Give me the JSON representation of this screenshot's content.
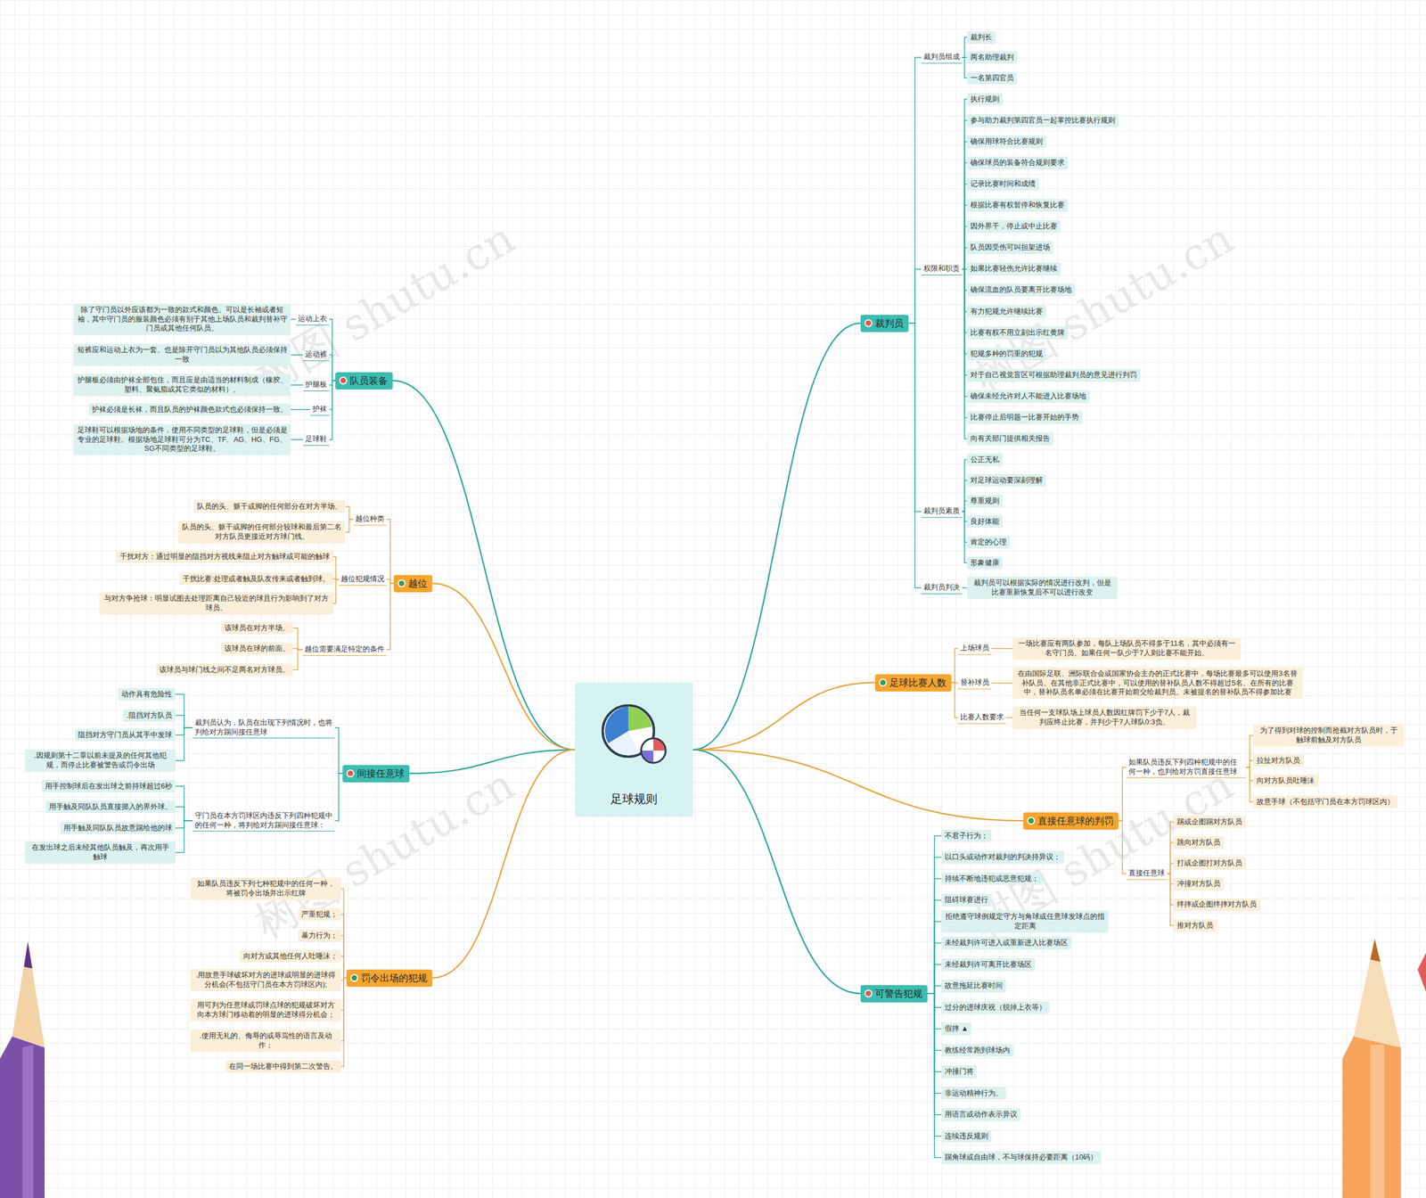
{
  "diagram": {
    "nodes": [
      {
        "text": [
          "足球规则"
        ]
      },
      {
        "text": [
          "裁判员"
        ]
      },
      {
        "text": [
          "裁判员组成"
        ]
      },
      {
        "text": [
          "裁判长"
        ]
      },
      {
        "text": [
          "两名助理裁判"
        ]
      },
      {
        "text": [
          "一名第四官员"
        ]
      },
      {
        "text": [
          "权限和职责"
        ]
      },
      {
        "text": [
          "执行规则"
        ]
      },
      {
        "text": [
          "参与助力裁判第四官员一起掌控比赛执行规则"
        ]
      },
      {
        "text": [
          "确保用球符合比赛规则"
        ]
      },
      {
        "text": [
          "确保球员的装备符合规则要求"
        ]
      },
      {
        "text": [
          "记录比赛时间和成绩"
        ]
      },
      {
        "text": [
          "根据比赛有权暂停和恢复比赛"
        ]
      },
      {
        "text": [
          "因外界干，停止或中止比赛"
        ]
      },
      {
        "text": [
          "队员因受伤可叫担架进场"
        ]
      },
      {
        "text": [
          "如果比赛轻伤允许比赛继续"
        ]
      },
      {
        "text": [
          "确保流血的队员要离开比赛场地"
        ]
      },
      {
        "text": [
          "有力犯规允许继续比赛"
        ]
      },
      {
        "text": [
          "比赛有权不用立刻出示红黄牌"
        ]
      },
      {
        "text": [
          "犯规多种的罚重的犯规"
        ]
      },
      {
        "text": [
          "对于自己视觉盲区可根据助理裁判员的意见进行判罚"
        ]
      },
      {
        "text": [
          "确保未经允许对人不能进入比赛场地"
        ]
      },
      {
        "text": [
          "比赛停止后明题一比赛开始的手势"
        ]
      },
      {
        "text": [
          "向有关部门提供相关报告"
        ]
      },
      {
        "text": [
          "裁判员素质"
        ]
      },
      {
        "text": [
          "公正无私"
        ]
      },
      {
        "text": [
          "对足球运动要深刻理解"
        ]
      },
      {
        "text": [
          "尊重规则"
        ]
      },
      {
        "text": [
          "良好体能"
        ]
      },
      {
        "text": [
          "肯定的心理"
        ]
      },
      {
        "text": [
          "形象健康"
        ]
      },
      {
        "text": [
          "裁判员判决"
        ]
      },
      {
        "text": [
          "裁判员可以根据实际的情况进行改判，但是比赛重新恢复后不可以进行改变"
        ]
      },
      {
        "text": [
          "足球比赛人数"
        ]
      },
      {
        "text": [
          "上场球员"
        ]
      },
      {
        "text": [
          "一场比赛应有两队参加，每队上场队员不得多于11名，其中必须有一名守门员。如果任何一队少于7人则比赛不能开始。"
        ]
      },
      {
        "text": [
          "替补球员"
        ]
      },
      {
        "text": [
          "在由国际足联、洲际联合会或国家协会主办的正式比赛中，每场比赛最多可以使用3名替补队员。在其他非正式比赛中，可以使用的替补队员人数不得超过5名。在所有的比赛中，替补队员名单必须在比赛开始前交给裁判员。未被提名的替补队员不得参加比赛"
        ]
      },
      {
        "text": [
          "比赛人数要求"
        ]
      },
      {
        "text": [
          "当任何一支球队场上球员人数因红牌罚下少于7人，裁判应终止比赛，并判少于7人球队0:3负。"
        ]
      },
      {
        "text": [
          "直接任意球的判罚"
        ]
      },
      {
        "text": [
          "如果队员违反下列四种犯规中的任何一种，也判给对方罚直接任意球"
        ]
      },
      {
        "text": [
          "为了得到对球的控制而抢截对方队员时，于触球前触及对方队员"
        ]
      },
      {
        "text": [
          "拉扯对方队员"
        ]
      },
      {
        "text": [
          "向对方队员吐唾沫"
        ]
      },
      {
        "text": [
          "故意手球（不包括守门员在本方罚球区内）"
        ]
      },
      {
        "text": [
          "直接任意球"
        ]
      },
      {
        "text": [
          "踢或企图踢对方队员"
        ]
      },
      {
        "text": [
          "跳向对方队员"
        ]
      },
      {
        "text": [
          "打或企图打对方队员"
        ]
      },
      {
        "text": [
          "冲撞对方队员"
        ]
      },
      {
        "text": [
          "绊摔或企图绊摔对方队员"
        ]
      },
      {
        "text": [
          "推对方队员"
        ]
      },
      {
        "text": [
          "可警告犯规"
        ]
      },
      {
        "text": [
          "不君子行为；"
        ]
      },
      {
        "text": [
          "以口头或动作对裁判的判决持异议；"
        ]
      },
      {
        "text": [
          "持续不断地违犯或恶意犯规；"
        ]
      },
      {
        "text": [
          "阻碍球赛进行"
        ]
      },
      {
        "text": [
          "拒绝遵守球例规定守方与角球或任意球发球点的指定距离"
        ]
      },
      {
        "text": [
          "未经裁判许可进入或重新进入比赛场区"
        ]
      },
      {
        "text": [
          "未经裁判许可离开比赛场区"
        ]
      },
      {
        "text": [
          "故意拖延比赛时间"
        ]
      },
      {
        "text": [
          "过分的进球庆祝（脱掉上衣等）"
        ]
      },
      {
        "text": [
          "假摔 ▲"
        ]
      },
      {
        "text": [
          "教练经常跑到球场内"
        ]
      },
      {
        "text": [
          "冲撞门将"
        ]
      },
      {
        "text": [
          "非运动精神行为。"
        ]
      },
      {
        "text": [
          "用语言或动作表示异议"
        ]
      },
      {
        "text": [
          "连续违反规则"
        ]
      },
      {
        "text": [
          "踢角球或自由球，不与球保持必要距离（10码）"
        ]
      },
      {
        "text": [
          "队员装备"
        ]
      },
      {
        "text": [
          "运动上衣"
        ]
      },
      {
        "text": [
          "除了守门员以外应该都为一致的款式和颜色。可以是长袖或者短袖，其中守门员的服装颜色必须有别于其他上场队员和裁判替补守门员或其他任何队员。"
        ]
      },
      {
        "text": [
          "运动裤"
        ]
      },
      {
        "text": [
          "短裤应和运动上衣为一套。也是除开守门员以为其他队员必须保持一致"
        ]
      },
      {
        "text": [
          "护腿板"
        ]
      },
      {
        "text": [
          "护腿板必须由护袜全部包住，而且应是由适当的材料制成（橡胶、塑料、聚氨脂或其它类似的材料）。"
        ]
      },
      {
        "text": [
          "护袜"
        ]
      },
      {
        "text": [
          "护袜必须是长袜，而且队员的护袜颜色款式也必须保持一致。"
        ]
      },
      {
        "text": [
          "足球鞋"
        ]
      },
      {
        "text": [
          "足球鞋可以根据场地的条件，使用不同类型的足球鞋，但是必须是专业的足球鞋。根据场地足球鞋可分为TC、TF、AG、HG、FG、SG不同类型的足球鞋。"
        ]
      },
      {
        "text": [
          "越位"
        ]
      },
      {
        "text": [
          "越位种类"
        ]
      },
      {
        "text": [
          "队员的头、躯干或脚的任何部分在对方半场。"
        ]
      },
      {
        "text": [
          "队员的头、躯干或脚的任何部分较球和最后第二名对方队员更接近对方球门线。"
        ]
      },
      {
        "text": [
          "越位犯规情况"
        ]
      },
      {
        "text": [
          "干扰对方：通过明显的阻挡对方视线来阻止对方触球或可能的触球"
        ]
      },
      {
        "text": [
          "干扰比赛:处理或者触及队友传来或者触到球。"
        ]
      },
      {
        "text": [
          "与对方争抢球：明显试图去处理距离自己较近的球且行为影响到了对方球员。"
        ]
      },
      {
        "text": [
          "越位需要满足特定的条件"
        ]
      },
      {
        "text": [
          "该球员在对方半场。"
        ]
      },
      {
        "text": [
          "该球员在球的前面。"
        ]
      },
      {
        "text": [
          "该球员与球门线之间不足两名对方球员。"
        ]
      },
      {
        "text": [
          "间接任意球"
        ]
      },
      {
        "text": [
          "裁判员认为，队员在出现下列情况时，也将判给对方踢间接任意球"
        ]
      },
      {
        "text": [
          "动作具有危险性"
        ]
      },
      {
        "text": [
          ".阻挡对方队员"
        ]
      },
      {
        "text": [
          "阻挡对方守门员从其手中发球"
        ]
      },
      {
        "text": [
          ".因规则第十二章以前未提及的任何其他犯规，而停止比赛被警告或罚令出场"
        ]
      },
      {
        "text": [
          "守门员在本方罚球区内违反下列四种犯规中的任何一种，将判给对方踢间接任意球："
        ]
      },
      {
        "text": [
          "用手控制球后在发出球之前持球超过6秒"
        ]
      },
      {
        "text": [
          "用手触及同队队员直接掷入的界外球。"
        ]
      },
      {
        "text": [
          "用手触及同队队员故意踢给他的球"
        ]
      },
      {
        "text": [
          "在发出球之后未经其他队员触及，再次用手触球"
        ]
      },
      {
        "text": [
          "罚令出场的犯规"
        ]
      },
      {
        "text": [
          "如果队员违反下列七种犯规中的任何一种，将被罚令出场并出示红牌"
        ]
      },
      {
        "text": [
          "严重犯规；"
        ]
      },
      {
        "text": [
          "暴力行为；"
        ]
      },
      {
        "text": [
          "向对方或其他任何人吐唾沫；"
        ]
      },
      {
        "text": [
          ".用故意手球破坏对方的进球或明显的进球得分机会(不包括守门员在本方罚球区内);"
        ]
      },
      {
        "text": [
          "用可判为任意球或罚球点球的犯规破坏对方向本方球门移动着的明显的进球得分机会；"
        ]
      },
      {
        "text": [
          ".使用无礼的、侮辱的或辱骂性的语言及动作；"
        ]
      },
      {
        "text": [
          "在同一场比赛中得到第二次警告。"
        ]
      }
    ],
    "edges": [
      {
        "from": 0,
        "to": 1,
        "arrow": "none"
      },
      {
        "from": 1,
        "to": 2,
        "arrow": "none"
      },
      {
        "from": 2,
        "to": 3,
        "arrow": "none"
      },
      {
        "from": 2,
        "to": 4,
        "arrow": "none"
      },
      {
        "from": 2,
        "to": 5,
        "arrow": "none"
      },
      {
        "from": 1,
        "to": 6,
        "arrow": "none"
      },
      {
        "from": 6,
        "to": 7,
        "arrow": "none"
      },
      {
        "from": 6,
        "to": 8,
        "arrow": "none"
      },
      {
        "from": 6,
        "to": 9,
        "arrow": "none"
      },
      {
        "from": 6,
        "to": 10,
        "arrow": "none"
      },
      {
        "from": 6,
        "to": 11,
        "arrow": "none"
      },
      {
        "from": 6,
        "to": 12,
        "arrow": "none"
      },
      {
        "from": 6,
        "to": 13,
        "arrow": "none"
      },
      {
        "from": 6,
        "to": 14,
        "arrow": "none"
      },
      {
        "from": 6,
        "to": 15,
        "arrow": "none"
      },
      {
        "from": 6,
        "to": 16,
        "arrow": "none"
      },
      {
        "from": 6,
        "to": 17,
        "arrow": "none"
      },
      {
        "from": 6,
        "to": 18,
        "arrow": "none"
      },
      {
        "from": 6,
        "to": 19,
        "arrow": "none"
      },
      {
        "from": 6,
        "to": 20,
        "arrow": "none"
      },
      {
        "from": 6,
        "to": 21,
        "arrow": "none"
      },
      {
        "from": 6,
        "to": 22,
        "arrow": "none"
      },
      {
        "from": 6,
        "to": 23,
        "arrow": "none"
      },
      {
        "from": 1,
        "to": 24,
        "arrow": "none"
      },
      {
        "from": 24,
        "to": 25,
        "arrow": "none"
      },
      {
        "from": 24,
        "to": 26,
        "arrow": "none"
      },
      {
        "from": 24,
        "to": 27,
        "arrow": "none"
      },
      {
        "from": 24,
        "to": 28,
        "arrow": "none"
      },
      {
        "from": 24,
        "to": 29,
        "arrow": "none"
      },
      {
        "from": 24,
        "to": 30,
        "arrow": "none"
      },
      {
        "from": 1,
        "to": 31,
        "arrow": "none"
      },
      {
        "from": 31,
        "to": 32,
        "arrow": "none"
      },
      {
        "from": 0,
        "to": 33,
        "arrow": "none"
      },
      {
        "from": 33,
        "to": 34,
        "arrow": "none"
      },
      {
        "from": 34,
        "to": 35,
        "arrow": "none"
      },
      {
        "from": 33,
        "to": 36,
        "arrow": "none"
      },
      {
        "from": 36,
        "to": 37,
        "arrow": "none"
      },
      {
        "from": 33,
        "to": 38,
        "arrow": "none"
      },
      {
        "from": 38,
        "to": 39,
        "arrow": "none"
      },
      {
        "from": 0,
        "to": 40,
        "arrow": "none"
      },
      {
        "from": 40,
        "to": 41,
        "arrow": "none"
      },
      {
        "from": 41,
        "to": 42,
        "arrow": "none"
      },
      {
        "from": 41,
        "to": 43,
        "arrow": "none"
      },
      {
        "from": 41,
        "to": 44,
        "arrow": "none"
      },
      {
        "from": 41,
        "to": 45,
        "arrow": "none"
      },
      {
        "from": 40,
        "to": 46,
        "arrow": "none"
      },
      {
        "from": 46,
        "to": 47,
        "arrow": "none"
      },
      {
        "from": 46,
        "to": 48,
        "arrow": "none"
      },
      {
        "from": 46,
        "to": 49,
        "arrow": "none"
      },
      {
        "from": 46,
        "to": 50,
        "arrow": "none"
      },
      {
        "from": 46,
        "to": 51,
        "arrow": "none"
      },
      {
        "from": 46,
        "to": 52,
        "arrow": "none"
      },
      {
        "from": 0,
        "to": 53,
        "arrow": "none"
      },
      {
        "from": 53,
        "to": 54,
        "arrow": "none"
      },
      {
        "from": 53,
        "to": 55,
        "arrow": "none"
      },
      {
        "from": 53,
        "to": 56,
        "arrow": "none"
      },
      {
        "from": 53,
        "to": 57,
        "arrow": "none"
      },
      {
        "from": 53,
        "to": 58,
        "arrow": "none"
      },
      {
        "from": 53,
        "to": 59,
        "arrow": "none"
      },
      {
        "from": 53,
        "to": 60,
        "arrow": "none"
      },
      {
        "from": 53,
        "to": 61,
        "arrow": "none"
      },
      {
        "from": 53,
        "to": 62,
        "arrow": "none"
      },
      {
        "from": 53,
        "to": 63,
        "arrow": "none"
      },
      {
        "from": 53,
        "to": 64,
        "arrow": "none"
      },
      {
        "from": 53,
        "to": 65,
        "arrow": "none"
      },
      {
        "from": 53,
        "to": 66,
        "arrow": "none"
      },
      {
        "from": 53,
        "to": 67,
        "arrow": "none"
      },
      {
        "from": 53,
        "to": 68,
        "arrow": "none"
      },
      {
        "from": 53,
        "to": 69,
        "arrow": "none"
      },
      {
        "from": 0,
        "to": 70,
        "arrow": "none"
      },
      {
        "from": 70,
        "to": 71,
        "arrow": "none"
      },
      {
        "from": 71,
        "to": 72,
        "arrow": "none"
      },
      {
        "from": 70,
        "to": 73,
        "arrow": "none"
      },
      {
        "from": 73,
        "to": 74,
        "arrow": "none"
      },
      {
        "from": 70,
        "to": 75,
        "arrow": "none"
      },
      {
        "from": 75,
        "to": 76,
        "arrow": "none"
      },
      {
        "from": 70,
        "to": 77,
        "arrow": "none"
      },
      {
        "from": 77,
        "to": 78,
        "arrow": "none"
      },
      {
        "from": 70,
        "to": 79,
        "arrow": "none"
      },
      {
        "from": 79,
        "to": 80,
        "arrow": "none"
      },
      {
        "from": 0,
        "to": 81,
        "arrow": "none"
      },
      {
        "from": 81,
        "to": 82,
        "arrow": "none"
      },
      {
        "from": 82,
        "to": 83,
        "arrow": "none"
      },
      {
        "from": 82,
        "to": 84,
        "arrow": "none"
      },
      {
        "from": 81,
        "to": 85,
        "arrow": "none"
      },
      {
        "from": 85,
        "to": 86,
        "arrow": "none"
      },
      {
        "from": 85,
        "to": 87,
        "arrow": "none"
      },
      {
        "from": 85,
        "to": 88,
        "arrow": "none"
      },
      {
        "from": 81,
        "to": 89,
        "arrow": "none"
      },
      {
        "from": 89,
        "to": 90,
        "arrow": "none"
      },
      {
        "from": 89,
        "to": 91,
        "arrow": "none"
      },
      {
        "from": 89,
        "to": 92,
        "arrow": "none"
      },
      {
        "from": 0,
        "to": 93,
        "arrow": "none"
      },
      {
        "from": 93,
        "to": 94,
        "arrow": "none"
      },
      {
        "from": 94,
        "to": 95,
        "arrow": "none"
      },
      {
        "from": 94,
        "to": 96,
        "arrow": "none"
      },
      {
        "from": 94,
        "to": 97,
        "arrow": "none"
      },
      {
        "from": 94,
        "to": 98,
        "arrow": "none"
      },
      {
        "from": 93,
        "to": 99,
        "arrow": "none"
      },
      {
        "from": 99,
        "to": 100,
        "arrow": "none"
      },
      {
        "from": 99,
        "to": 101,
        "arrow": "none"
      },
      {
        "from": 99,
        "to": 102,
        "arrow": "none"
      },
      {
        "from": 99,
        "to": 103,
        "arrow": "none"
      },
      {
        "from": 0,
        "to": 104,
        "arrow": "none"
      },
      {
        "from": 104,
        "to": 105,
        "arrow": "none"
      },
      {
        "from": 104,
        "to": 106,
        "arrow": "none"
      },
      {
        "from": 104,
        "to": 107,
        "arrow": "none"
      },
      {
        "from": 104,
        "to": 108,
        "arrow": "none"
      },
      {
        "from": 104,
        "to": 109,
        "arrow": "none"
      },
      {
        "from": 104,
        "to": 110,
        "arrow": "none"
      },
      {
        "from": 104,
        "to": 111,
        "arrow": "none"
      },
      {
        "from": 104,
        "to": 112,
        "arrow": "none"
      }
    ],
    "labels": [
      "树图 shutu.cn",
      "树图 shutu.cn",
      "树图 shutu.cn",
      "树图 shutu.cn"
    ]
  }
}
